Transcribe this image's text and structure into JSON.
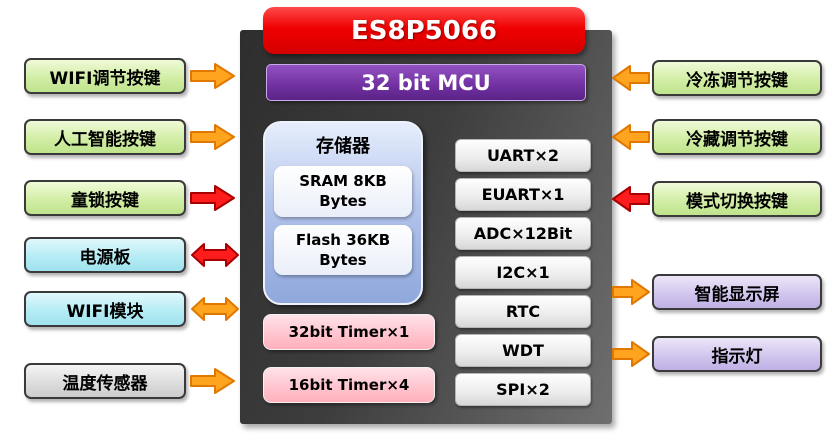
{
  "mcu": {
    "title": "ES8P5066",
    "core": "32 bit MCU",
    "memory": {
      "title": "存储器",
      "items": [
        {
          "label": "SRAM 8KB\nBytes"
        },
        {
          "label": "Flash 36KB\nBytes"
        }
      ]
    },
    "peripherals": [
      {
        "label": "UART×2"
      },
      {
        "label": "EUART×1"
      },
      {
        "label": "ADC×12Bit"
      },
      {
        "label": "I2C×1"
      },
      {
        "label": "RTC"
      },
      {
        "label": "WDT"
      },
      {
        "label": "SPI×2"
      }
    ],
    "timers": [
      {
        "label": "32bit Timer×1"
      },
      {
        "label": "16bit Timer×4"
      }
    ]
  },
  "left_items": [
    {
      "label": "WIFI调节按键",
      "style": "green",
      "arrow": "right",
      "arrow_color": "orange"
    },
    {
      "label": "人工智能按键",
      "style": "green",
      "arrow": "right",
      "arrow_color": "orange"
    },
    {
      "label": "童锁按键",
      "style": "green",
      "arrow": "right",
      "arrow_color": "red"
    },
    {
      "label": "电源板",
      "style": "cyan",
      "arrow": "both",
      "arrow_color": "red"
    },
    {
      "label": "WIFI模块",
      "style": "cyan",
      "arrow": "both",
      "arrow_color": "orange"
    },
    {
      "label": "温度传感器",
      "style": "gray",
      "arrow": "right",
      "arrow_color": "orange"
    }
  ],
  "right_items": [
    {
      "label": "冷冻调节按键",
      "style": "green",
      "arrow": "left",
      "arrow_color": "orange"
    },
    {
      "label": "冷藏调节按键",
      "style": "green",
      "arrow": "left",
      "arrow_color": "orange"
    },
    {
      "label": "模式切换按键",
      "style": "green",
      "arrow": "left",
      "arrow_color": "red"
    },
    {
      "label": "智能显示屏",
      "style": "lavender",
      "arrow": "right",
      "arrow_color": "orange"
    },
    {
      "label": "指示灯",
      "style": "lavender",
      "arrow": "right",
      "arrow_color": "orange"
    }
  ],
  "colors": {
    "banner_red": "#F00000",
    "core_purple": "#7030A0",
    "arrow_orange": "#FFA41E",
    "arrow_orange_stroke": "#E07800",
    "arrow_red": "#FF1C1C",
    "arrow_red_stroke": "#A80000",
    "panel_dark": "#3D3D3D",
    "node_green": "#D2EEA6",
    "node_cyan": "#B6ECF4",
    "node_gray": "#DDDDDD",
    "node_lavender": "#D2C6EE",
    "memory_blue": "#B4C4EC",
    "timer_pink": "#FFC3CD"
  }
}
